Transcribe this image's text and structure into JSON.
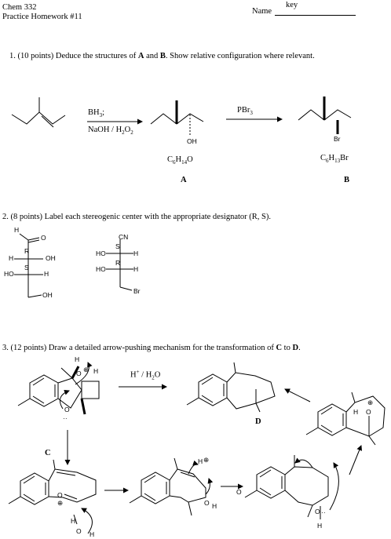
{
  "header": {
    "course": "Chem 332",
    "assignment": "Practice Homework #11",
    "name_label": "Name",
    "name_value": "key"
  },
  "q1": {
    "prompt_prefix": "1.  (10 points) Deduce the structures of ",
    "A": "A",
    "and": " and ",
    "B": "B",
    "prompt_suffix": ".  Show relative configuration where relevant.",
    "reagent1_top": "BH",
    "reagent1_top_sub": "3",
    "reagent1_bottom": "NaOH / H",
    "reagent1_bottom_sub": "2",
    "reagent1_bottom_end": "O",
    "reagent1_bottom_sub2": "2",
    "oh_label": "OH",
    "reagent2": "PBr",
    "reagent2_sub": "3",
    "br_label": "Br",
    "formula_A": "C",
    "formula_A_sub1": "6",
    "formula_A_mid": "H",
    "formula_A_sub2": "14",
    "formula_A_end": "O",
    "formula_B": "C",
    "formula_B_sub1": "6",
    "formula_B_mid": "H",
    "formula_B_sub2": "13",
    "formula_B_end": "Br",
    "label_A": "A",
    "label_B": "B"
  },
  "q2": {
    "prompt": "2.  (8 points)  Label each stereogenic center with the appropriate designator (R, S).",
    "mol1": {
      "H": "H",
      "O": "O",
      "R1": "R",
      "H2": "H",
      "OH": "OH",
      "S1": "S",
      "HO": "HO",
      "H3": "H",
      "OH2": "OH"
    },
    "mol2": {
      "CN": "CN",
      "S": "S",
      "HO": "HO",
      "H": "H",
      "R": "R",
      "HO2": "HO",
      "H2": "H",
      "Br": "Br"
    }
  },
  "q3": {
    "prompt_prefix": "3.  (12 points)  Draw a detailed arrow-pushing mechanism for the transformation of ",
    "C": "C",
    "to": " to ",
    "D": "D",
    "reagent": "H",
    "reagent_sup": "+",
    "reagent_end": " / H",
    "reagent_sub": "2",
    "reagent_O": "O",
    "label_C": "C",
    "label_D": "D",
    "H": "H",
    "O": "O",
    "plus": "⊕",
    "dots": "··"
  }
}
